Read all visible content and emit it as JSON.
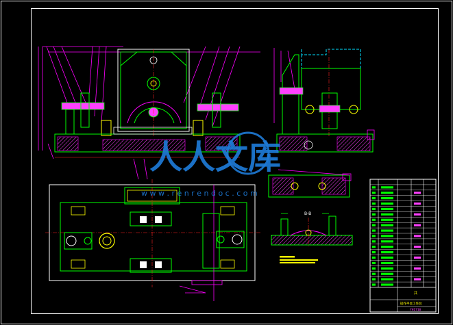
{
  "colors": {
    "background": "#000000",
    "frame": "#ffffff",
    "outline": "#00ff00",
    "dimension": "#ff00ff",
    "centerline": "#ff2020",
    "hidden": "#00e0ff",
    "hatch": "#ff40ff",
    "part": "#ffffff",
    "accent": "#ffff00",
    "watermark": "#1e7ad6"
  },
  "watermark": {
    "title": "人人文库",
    "url": "w w w . r e n r e n d o c . c o m"
  },
  "section_label": "B-B",
  "title_block": {
    "heading": "共",
    "part_name": "操作平台工作台",
    "drawing_no": "YH1710"
  }
}
